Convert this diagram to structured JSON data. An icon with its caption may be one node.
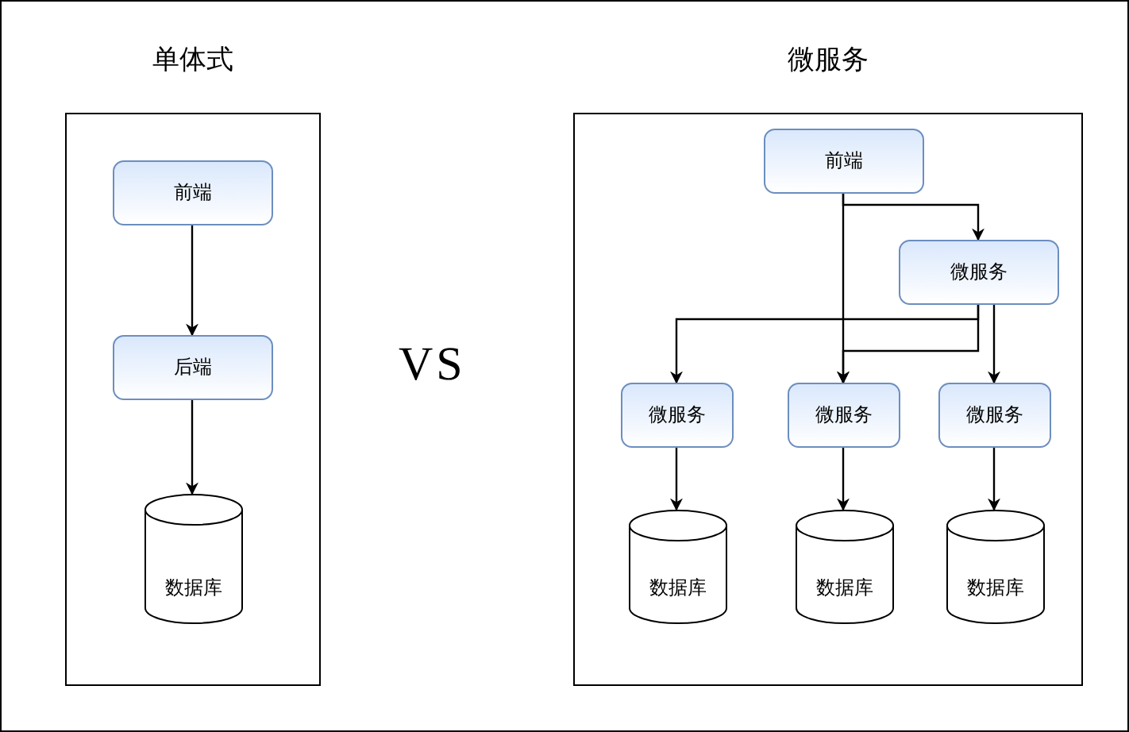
{
  "diagram": {
    "nodes": [
      {
        "text": [
          "单体式"
        ]
      },
      {
        "text": [
          "前端"
        ],
        "in": 0
      },
      {
        "text": [
          "后端"
        ],
        "in": 0
      },
      {
        "text": [
          "数据库"
        ],
        "in": 0
      },
      {
        "text": [
          "微服务"
        ]
      },
      {
        "text": [
          "前端"
        ],
        "in": 4
      },
      {
        "text": [
          "微服务"
        ],
        "in": 4
      },
      {
        "text": [
          "微服务"
        ],
        "in": 4
      },
      {
        "text": [
          "微服务"
        ],
        "in": 4
      },
      {
        "text": [
          "微服务"
        ],
        "in": 4
      },
      {
        "text": [
          "数据库"
        ],
        "in": 4
      },
      {
        "text": [
          "数据库"
        ],
        "in": 4
      },
      {
        "text": [
          "数据库"
        ],
        "in": 4
      }
    ],
    "edges": [
      {
        "from": 1,
        "to": 2,
        "arrow": "to"
      },
      {
        "from": 2,
        "to": 3,
        "arrow": "to"
      },
      {
        "from": 5,
        "to": 6,
        "arrow": "to"
      },
      {
        "from": 5,
        "to": 8,
        "arrow": "to"
      },
      {
        "from": 6,
        "to": 7,
        "arrow": "to"
      },
      {
        "from": 6,
        "to": 8,
        "arrow": "to"
      },
      {
        "from": 6,
        "to": 9,
        "arrow": "to"
      },
      {
        "from": 7,
        "to": 10,
        "arrow": "to"
      },
      {
        "from": 8,
        "to": 11,
        "arrow": "to"
      },
      {
        "from": 9,
        "to": 12,
        "arrow": "to"
      }
    ],
    "labels": [
      "VS"
    ]
  }
}
